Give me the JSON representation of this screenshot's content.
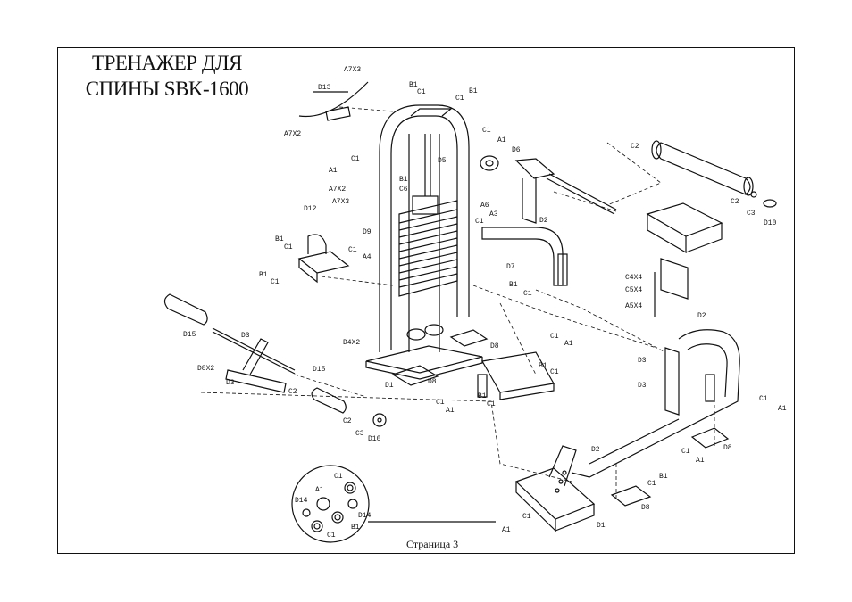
{
  "title": {
    "line1": "ТРЕНАЖЕР ДЛЯ",
    "line2": "СПИНЫ SBK-1600"
  },
  "caption": "Страница 3",
  "labels": {
    "A7X3_top": "A7X3",
    "D13": "D13",
    "A7X2_left": "A7X2",
    "B1_a": "B1",
    "C1_a": "C1",
    "B1_b": "B1",
    "C1_b": "C1",
    "C1_c": "C1",
    "A1_c": "A1",
    "D6": "D6",
    "D5": "D5",
    "C1_d": "C1",
    "A1_d": "A1",
    "B1_d": "B1",
    "C6": "C6",
    "A7X2_mid": "A7X2",
    "A7X3_mid": "A7X3",
    "D12": "D12",
    "D9": "D9",
    "B1_e": "B1",
    "C1_e": "C1",
    "C1_f": "C1",
    "A4": "A4",
    "B1_f": "B1",
    "C1_g": "C1",
    "A6": "A6",
    "A3": "A3",
    "C1_h": "C1",
    "D2_a": "D2",
    "D7": "D7",
    "B1_g": "B1",
    "C1_i": "C1",
    "C2_top": "C2",
    "C2_b": "C2",
    "C3_top": "C3",
    "D10_top": "D10",
    "C4X4": "C4X4",
    "C5X4": "C5X4",
    "A5X4": "A5X4",
    "D2_b": "D2",
    "D15_a": "D15",
    "D3_a": "D3",
    "D8X2": "D8X2",
    "D3_b": "D3",
    "D15_b": "D15",
    "C2_c": "C2",
    "C2_d": "C2",
    "C3_b": "C3",
    "D10_b": "D10",
    "D4X2": "D4X2",
    "D8_a": "D8",
    "D1_a": "D1",
    "D8_b": "D8",
    "C1_j": "C1",
    "A1_j": "A1",
    "B1_j": "B1",
    "C1_k": "C1",
    "B1_k": "B1",
    "C1_l": "C1",
    "A1_l": "A1",
    "C1_m": "C1",
    "D3_c": "D3",
    "D3_d": "D3",
    "C1_n": "C1",
    "A1_n": "A1",
    "D8_c": "D8",
    "D2_c": "D2",
    "C1_o": "C1",
    "A1_o": "A1",
    "B1_o": "B1",
    "C1_p": "C1",
    "D8_d": "D8",
    "D1_b": "D1",
    "C1_q": "C1",
    "A1_q": "A1",
    "C1_r": "C1",
    "A1_r": "A1",
    "D14_a": "D14",
    "D14_b": "D14",
    "B1_r": "B1",
    "C1_s": "C1"
  }
}
